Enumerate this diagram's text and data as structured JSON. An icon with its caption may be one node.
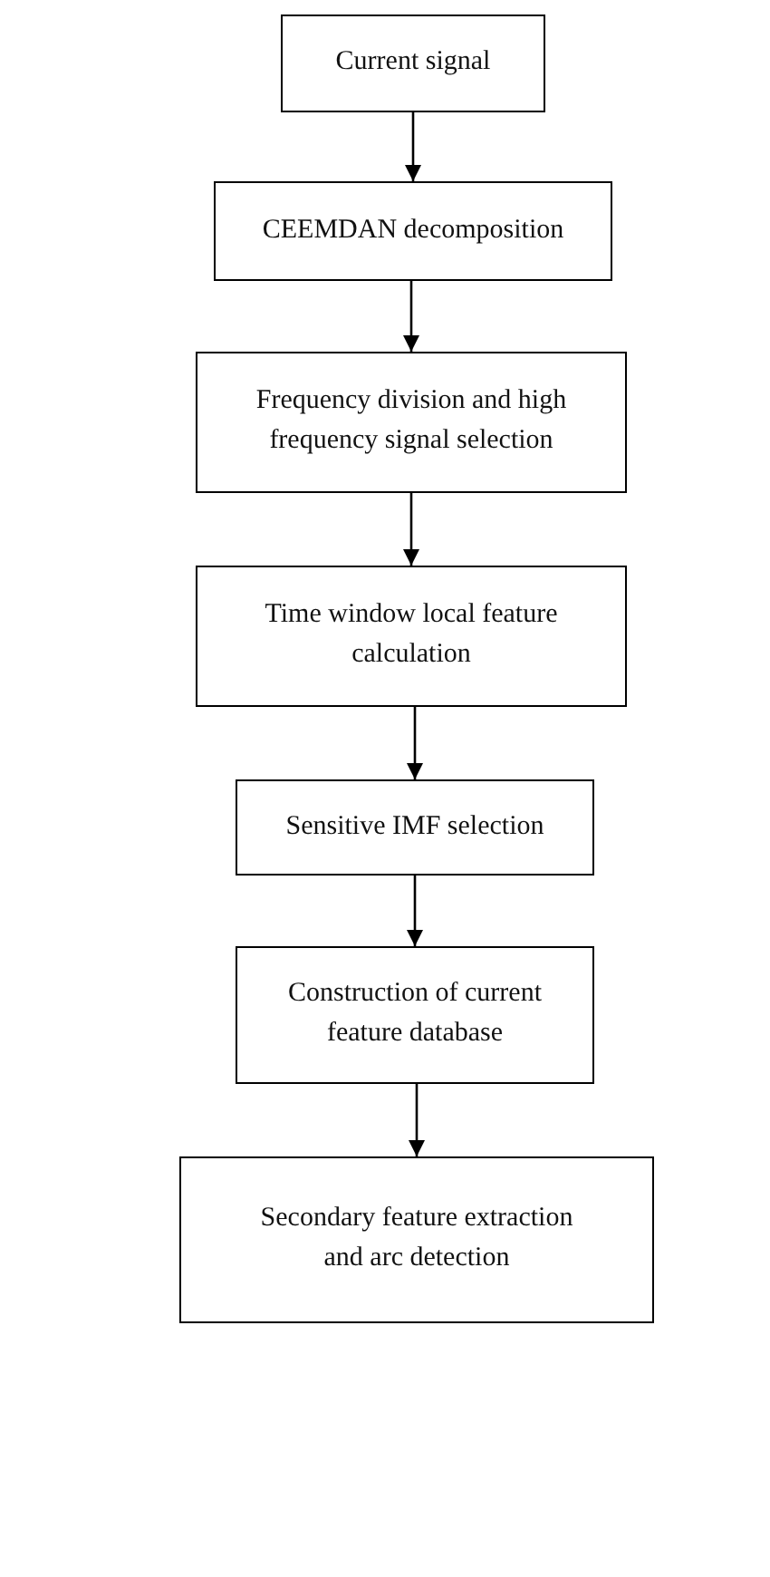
{
  "diagram": {
    "nodes": [
      {
        "text": [
          "Current signal"
        ]
      },
      {
        "text": [
          "CEEMDAN decomposition"
        ]
      },
      {
        "text": [
          "Frequency division and high frequency signal selection"
        ]
      },
      {
        "text": [
          "Time window local feature calculation"
        ]
      },
      {
        "text": [
          "Sensitive IMF selection"
        ]
      },
      {
        "text": [
          "Construction of current feature database"
        ]
      },
      {
        "text": [
          "Secondary feature extraction and arc detection"
        ]
      }
    ],
    "edges": [
      {
        "from": 0,
        "to": 1,
        "arrow": "to"
      },
      {
        "from": 1,
        "to": 2,
        "arrow": "to"
      },
      {
        "from": 2,
        "to": 3,
        "arrow": "to"
      },
      {
        "from": 3,
        "to": 4,
        "arrow": "to"
      },
      {
        "from": 4,
        "to": 5,
        "arrow": "to"
      },
      {
        "from": 5,
        "to": 6,
        "arrow": "to"
      }
    ]
  }
}
